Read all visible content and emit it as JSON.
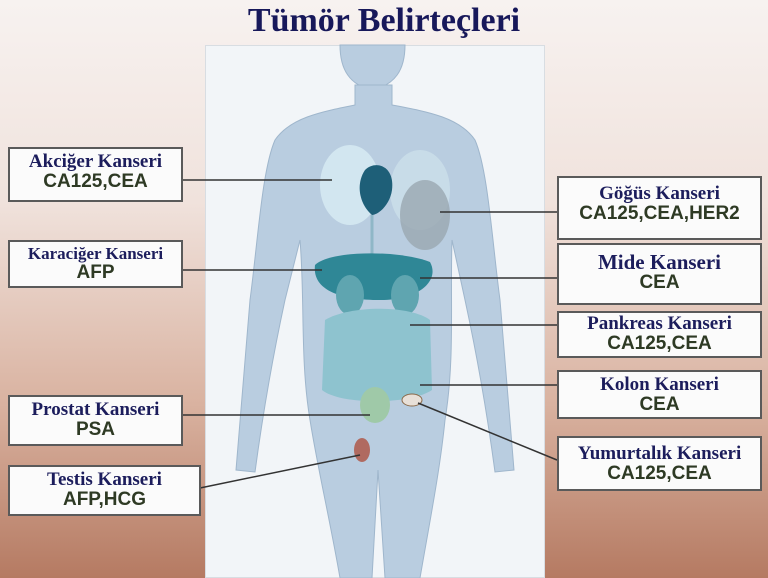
{
  "title": "Tümör Belirteçleri",
  "left": [
    {
      "name": "Akciğer Kanseri",
      "markers": "CA125,CEA"
    },
    {
      "name": "Karaciğer Kanseri",
      "markers": "AFP"
    },
    {
      "name": "Prostat Kanseri",
      "markers": "PSA"
    },
    {
      "name": "Testis Kanseri",
      "markers": "AFP,HCG"
    }
  ],
  "right": [
    {
      "name": "Göğüs Kanseri",
      "markers": "CA125,CEA,HER2"
    },
    {
      "name": "Mide Kanseri",
      "markers": "CEA"
    },
    {
      "name": "Pankreas Kanseri",
      "markers": "CA125,CEA"
    },
    {
      "name": "Kolon Kanseri",
      "markers": "CEA"
    },
    {
      "name": "Yumurtalık Kanseri",
      "markers": "CA125,CEA"
    }
  ]
}
